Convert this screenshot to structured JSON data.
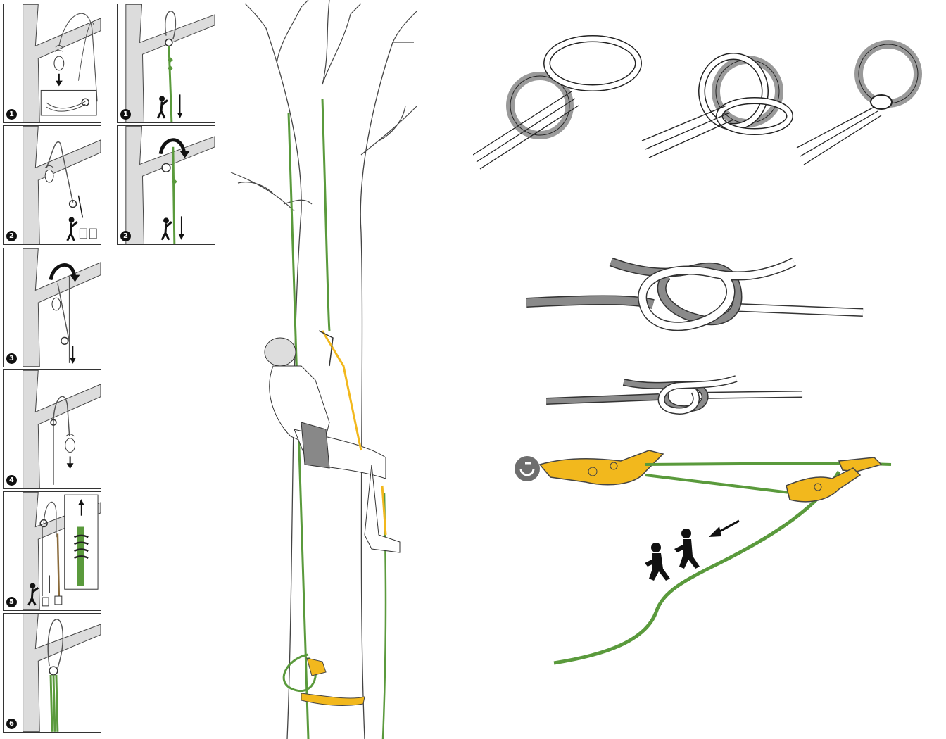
{
  "left_sequence": {
    "steps": [
      {
        "number": "1"
      },
      {
        "number": "2"
      },
      {
        "number": "3"
      },
      {
        "number": "4"
      },
      {
        "number": "5"
      },
      {
        "number": "6"
      }
    ]
  },
  "right_sequence": {
    "steps": [
      {
        "number": "1"
      },
      {
        "number": "2"
      }
    ]
  },
  "colors": {
    "rope_green": "#5a9a3c",
    "device_yellow": "#f2b81d",
    "tree_grey": "#dcdcdc",
    "ring_grey": "#9a9a9a",
    "ink": "#222222"
  },
  "icons": {
    "climber": "tree-climber-figure",
    "knots": "girth-hitch-on-ring-sequence",
    "square_knot": "square-knot",
    "pulley": "pulley-haul-system",
    "haulers": "two-people-hauling"
  }
}
